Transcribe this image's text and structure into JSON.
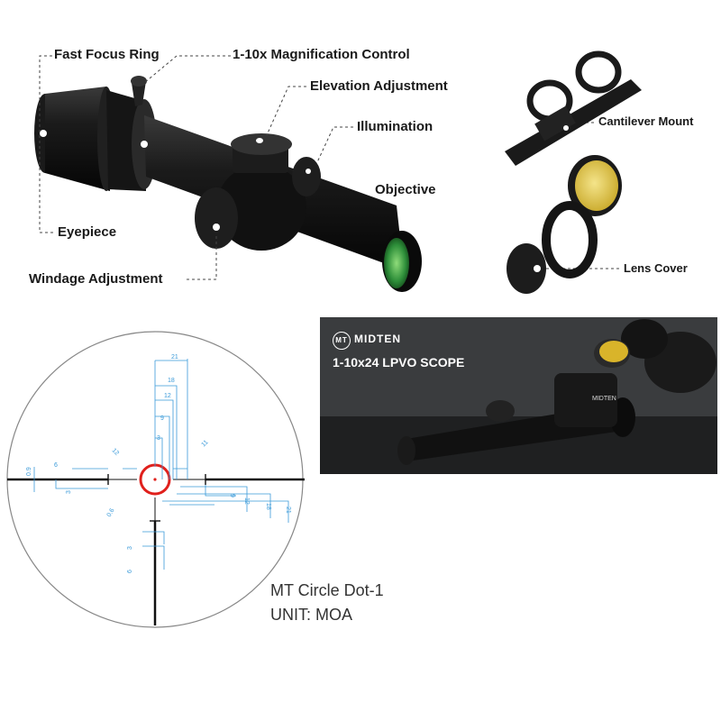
{
  "scope_labels": {
    "fast_focus_ring": "Fast Focus Ring",
    "magnification": "1-10x Magnification Control",
    "elevation": "Elevation Adjustment",
    "illumination": "Illumination",
    "objective": "Objective",
    "eyepiece": "Eyepiece",
    "windage": "Windage Adjustment"
  },
  "accessory_labels": {
    "mount": "Cantilever Mount",
    "lens_cover": "Lens Cover"
  },
  "photo_panel": {
    "brand": "MIDTEN",
    "logo": "MT",
    "model": "1-10x24 LPVO SCOPE",
    "engraving": "MIDTEN"
  },
  "reticle": {
    "name": "MT Circle Dot-1",
    "unit": "UNIT: MOA",
    "top_values": [
      "21",
      "18",
      "12",
      "9",
      "3"
    ],
    "right_values": [
      "9",
      "12",
      "18",
      "21"
    ],
    "left_values": [
      "0.9",
      "6",
      "3"
    ],
    "bottom_values": [
      "3",
      "6"
    ],
    "circle_values": [
      "12",
      "11",
      "0.6"
    ],
    "colors": {
      "reticle": "#111111",
      "center": "#e0201c",
      "dimension": "#3a9ad9"
    }
  }
}
